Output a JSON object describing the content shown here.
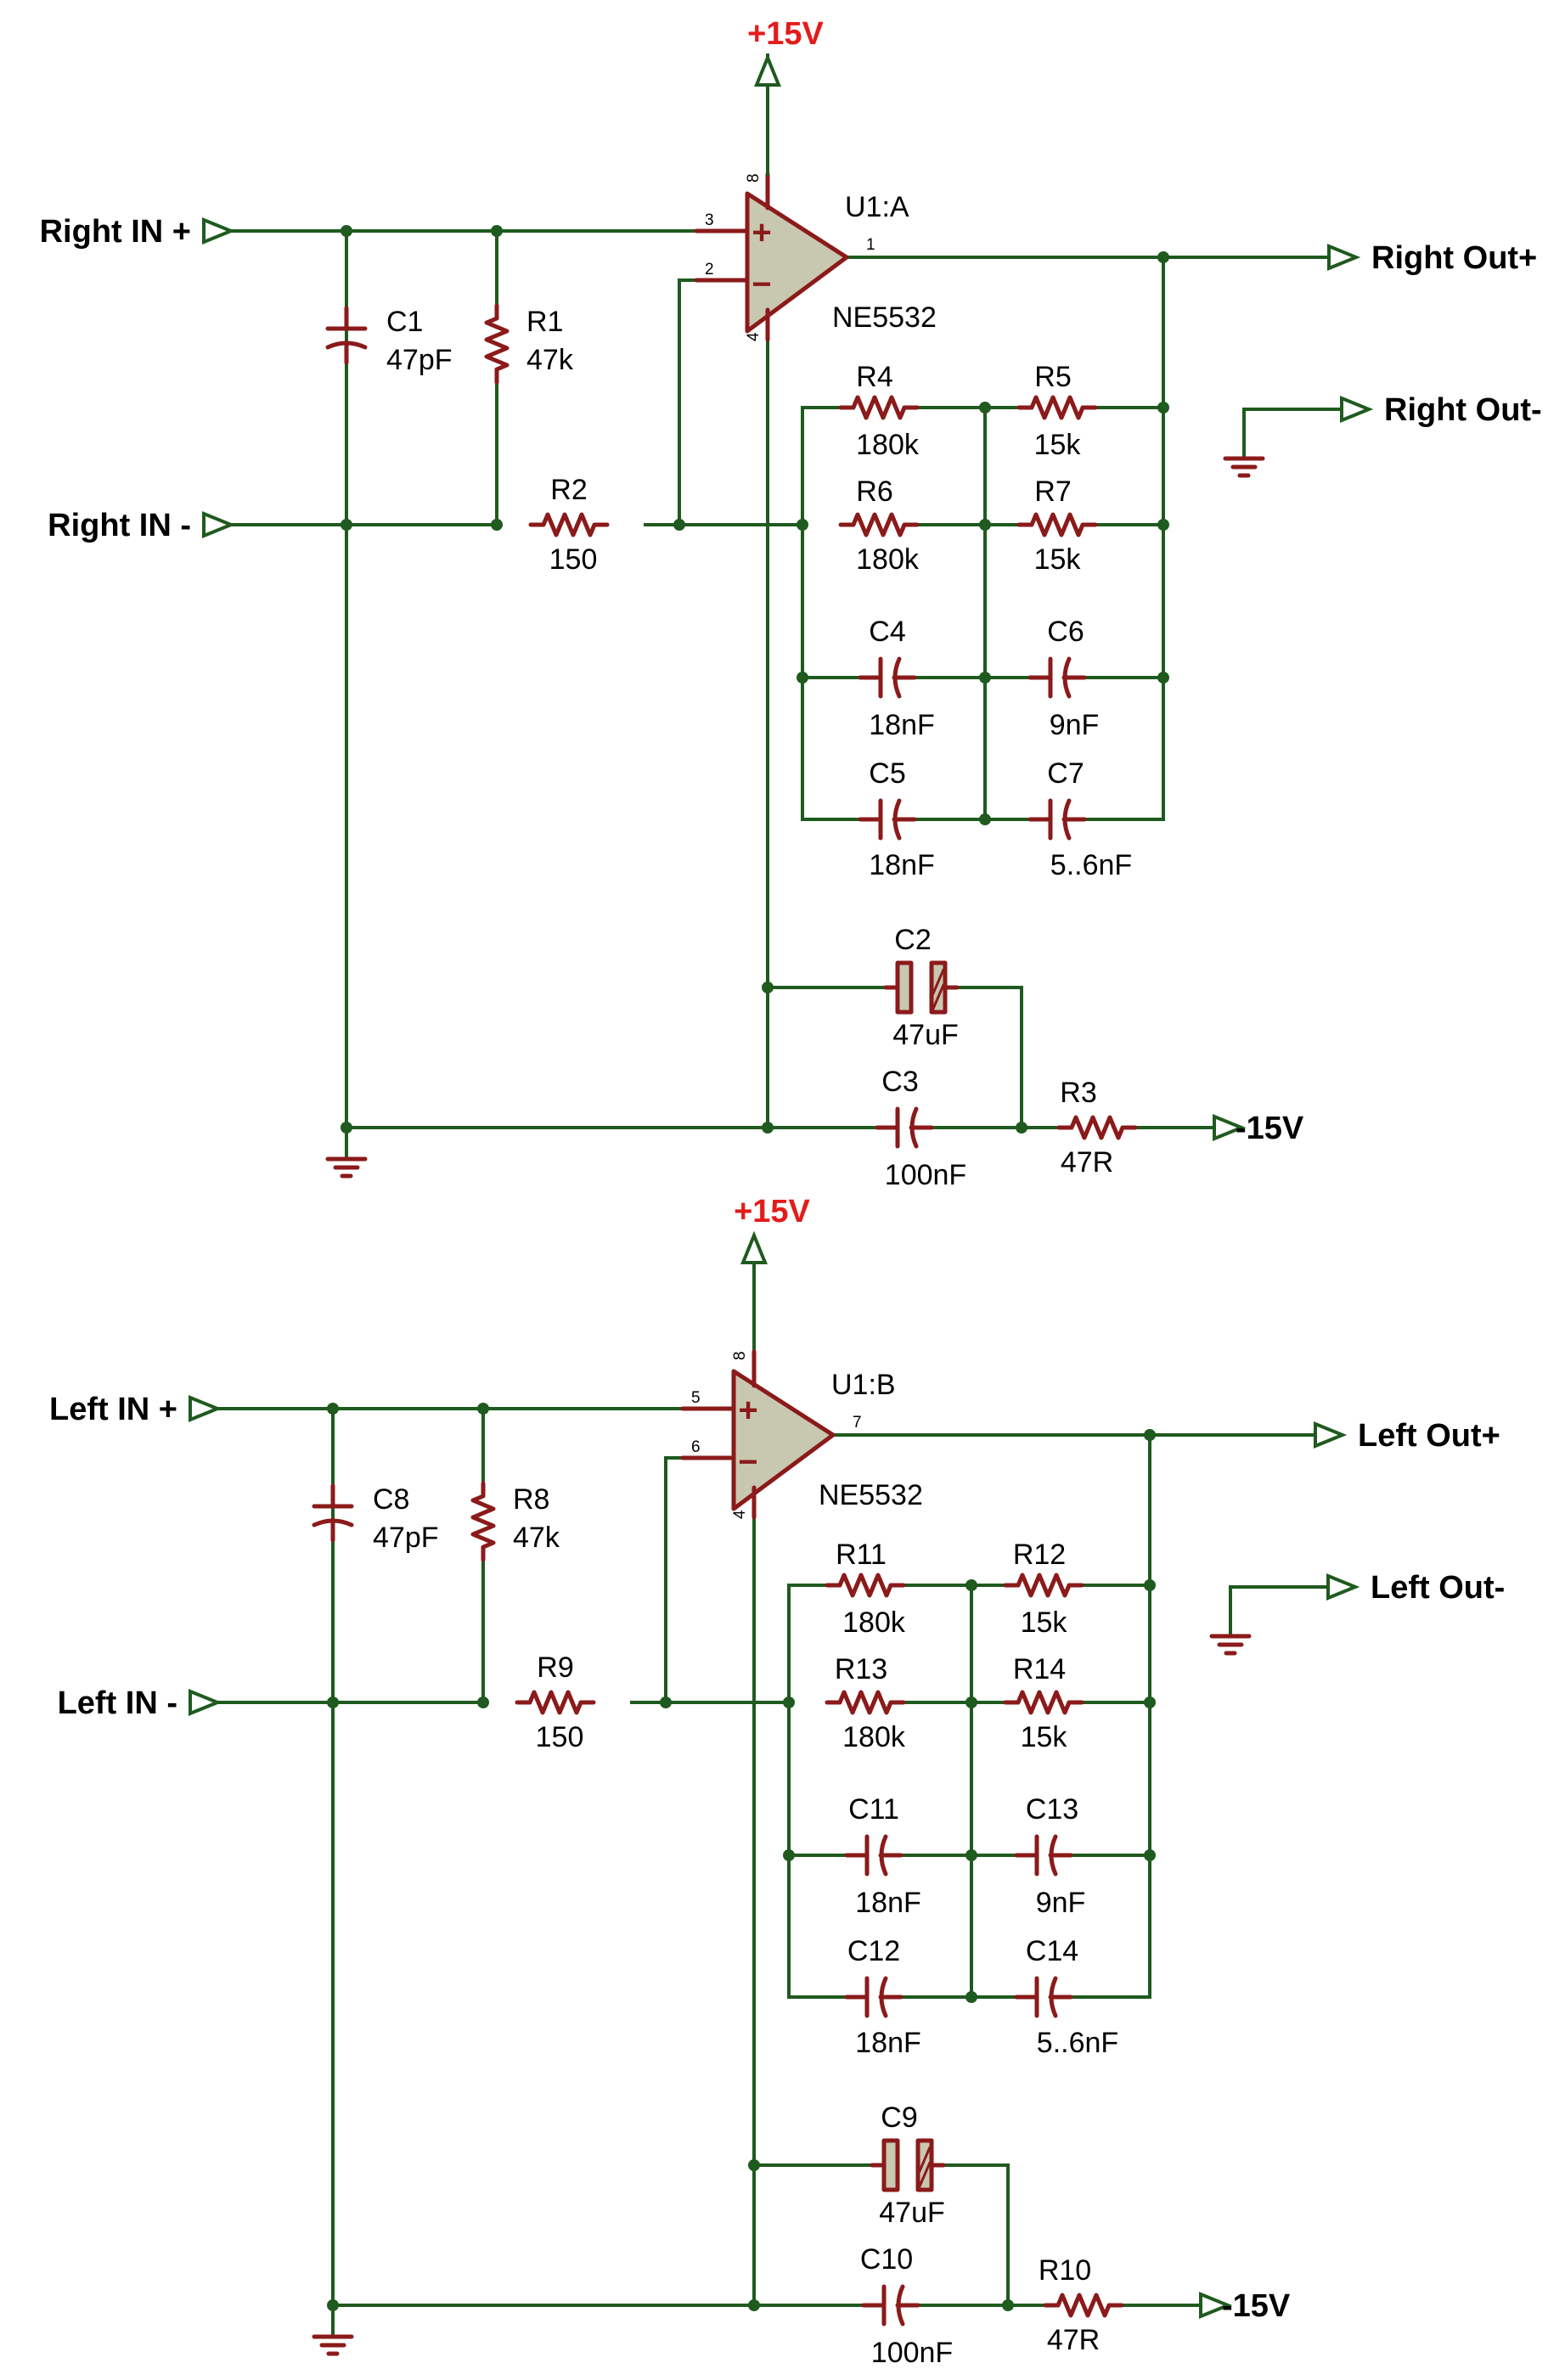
{
  "stages": [
    {
      "supply_pos": "+15V",
      "supply_neg": "-15V",
      "opamp": {
        "ref": "U1:A",
        "part": "NE5532",
        "pin_noninv": "3",
        "pin_inv": "2",
        "pin_out": "1",
        "pin_vpos": "8",
        "pin_vneg": "4"
      },
      "ports": {
        "in_pos": "Right IN +",
        "in_neg": "Right IN -",
        "out_pos": "Right Out+",
        "out_neg": "Right Out-"
      },
      "parts": {
        "cin": {
          "ref": "C1",
          "val": "47pF"
        },
        "rin": {
          "ref": "R1",
          "val": "47k"
        },
        "rser": {
          "ref": "R2",
          "val": "150"
        },
        "fa1": {
          "ref": "R4",
          "val": "180k"
        },
        "fb1": {
          "ref": "R5",
          "val": "15k"
        },
        "fa2": {
          "ref": "R6",
          "val": "180k"
        },
        "fb2": {
          "ref": "R7",
          "val": "15k"
        },
        "ca1": {
          "ref": "C4",
          "val": "18nF"
        },
        "cb1": {
          "ref": "C6",
          "val": "9nF"
        },
        "ca2": {
          "ref": "C5",
          "val": "18nF"
        },
        "cb2": {
          "ref": "C7",
          "val": "5..6nF"
        },
        "cel": {
          "ref": "C2",
          "val": "47uF"
        },
        "cdec": {
          "ref": "C3",
          "val": "100nF"
        },
        "rsup": {
          "ref": "R3",
          "val": "47R"
        }
      }
    },
    {
      "supply_pos": "+15V",
      "supply_neg": "-15V",
      "opamp": {
        "ref": "U1:B",
        "part": "NE5532",
        "pin_noninv": "5",
        "pin_inv": "6",
        "pin_out": "7",
        "pin_vpos": "8",
        "pin_vneg": "4"
      },
      "ports": {
        "in_pos": "Left IN +",
        "in_neg": "Left IN -",
        "out_pos": "Left Out+",
        "out_neg": "Left Out-"
      },
      "parts": {
        "cin": {
          "ref": "C8",
          "val": "47pF"
        },
        "rin": {
          "ref": "R8",
          "val": "47k"
        },
        "rser": {
          "ref": "R9",
          "val": "150"
        },
        "fa1": {
          "ref": "R11",
          "val": "180k"
        },
        "fb1": {
          "ref": "R12",
          "val": "15k"
        },
        "fa2": {
          "ref": "R13",
          "val": "180k"
        },
        "fb2": {
          "ref": "R14",
          "val": "15k"
        },
        "ca1": {
          "ref": "C11",
          "val": "18nF"
        },
        "cb1": {
          "ref": "C13",
          "val": "9nF"
        },
        "ca2": {
          "ref": "C12",
          "val": "18nF"
        },
        "cb2": {
          "ref": "C14",
          "val": "5..6nF"
        },
        "cel": {
          "ref": "C9",
          "val": "47uF"
        },
        "cdec": {
          "ref": "C10",
          "val": "100nF"
        },
        "rsup": {
          "ref": "R10",
          "val": "47R"
        }
      }
    }
  ]
}
